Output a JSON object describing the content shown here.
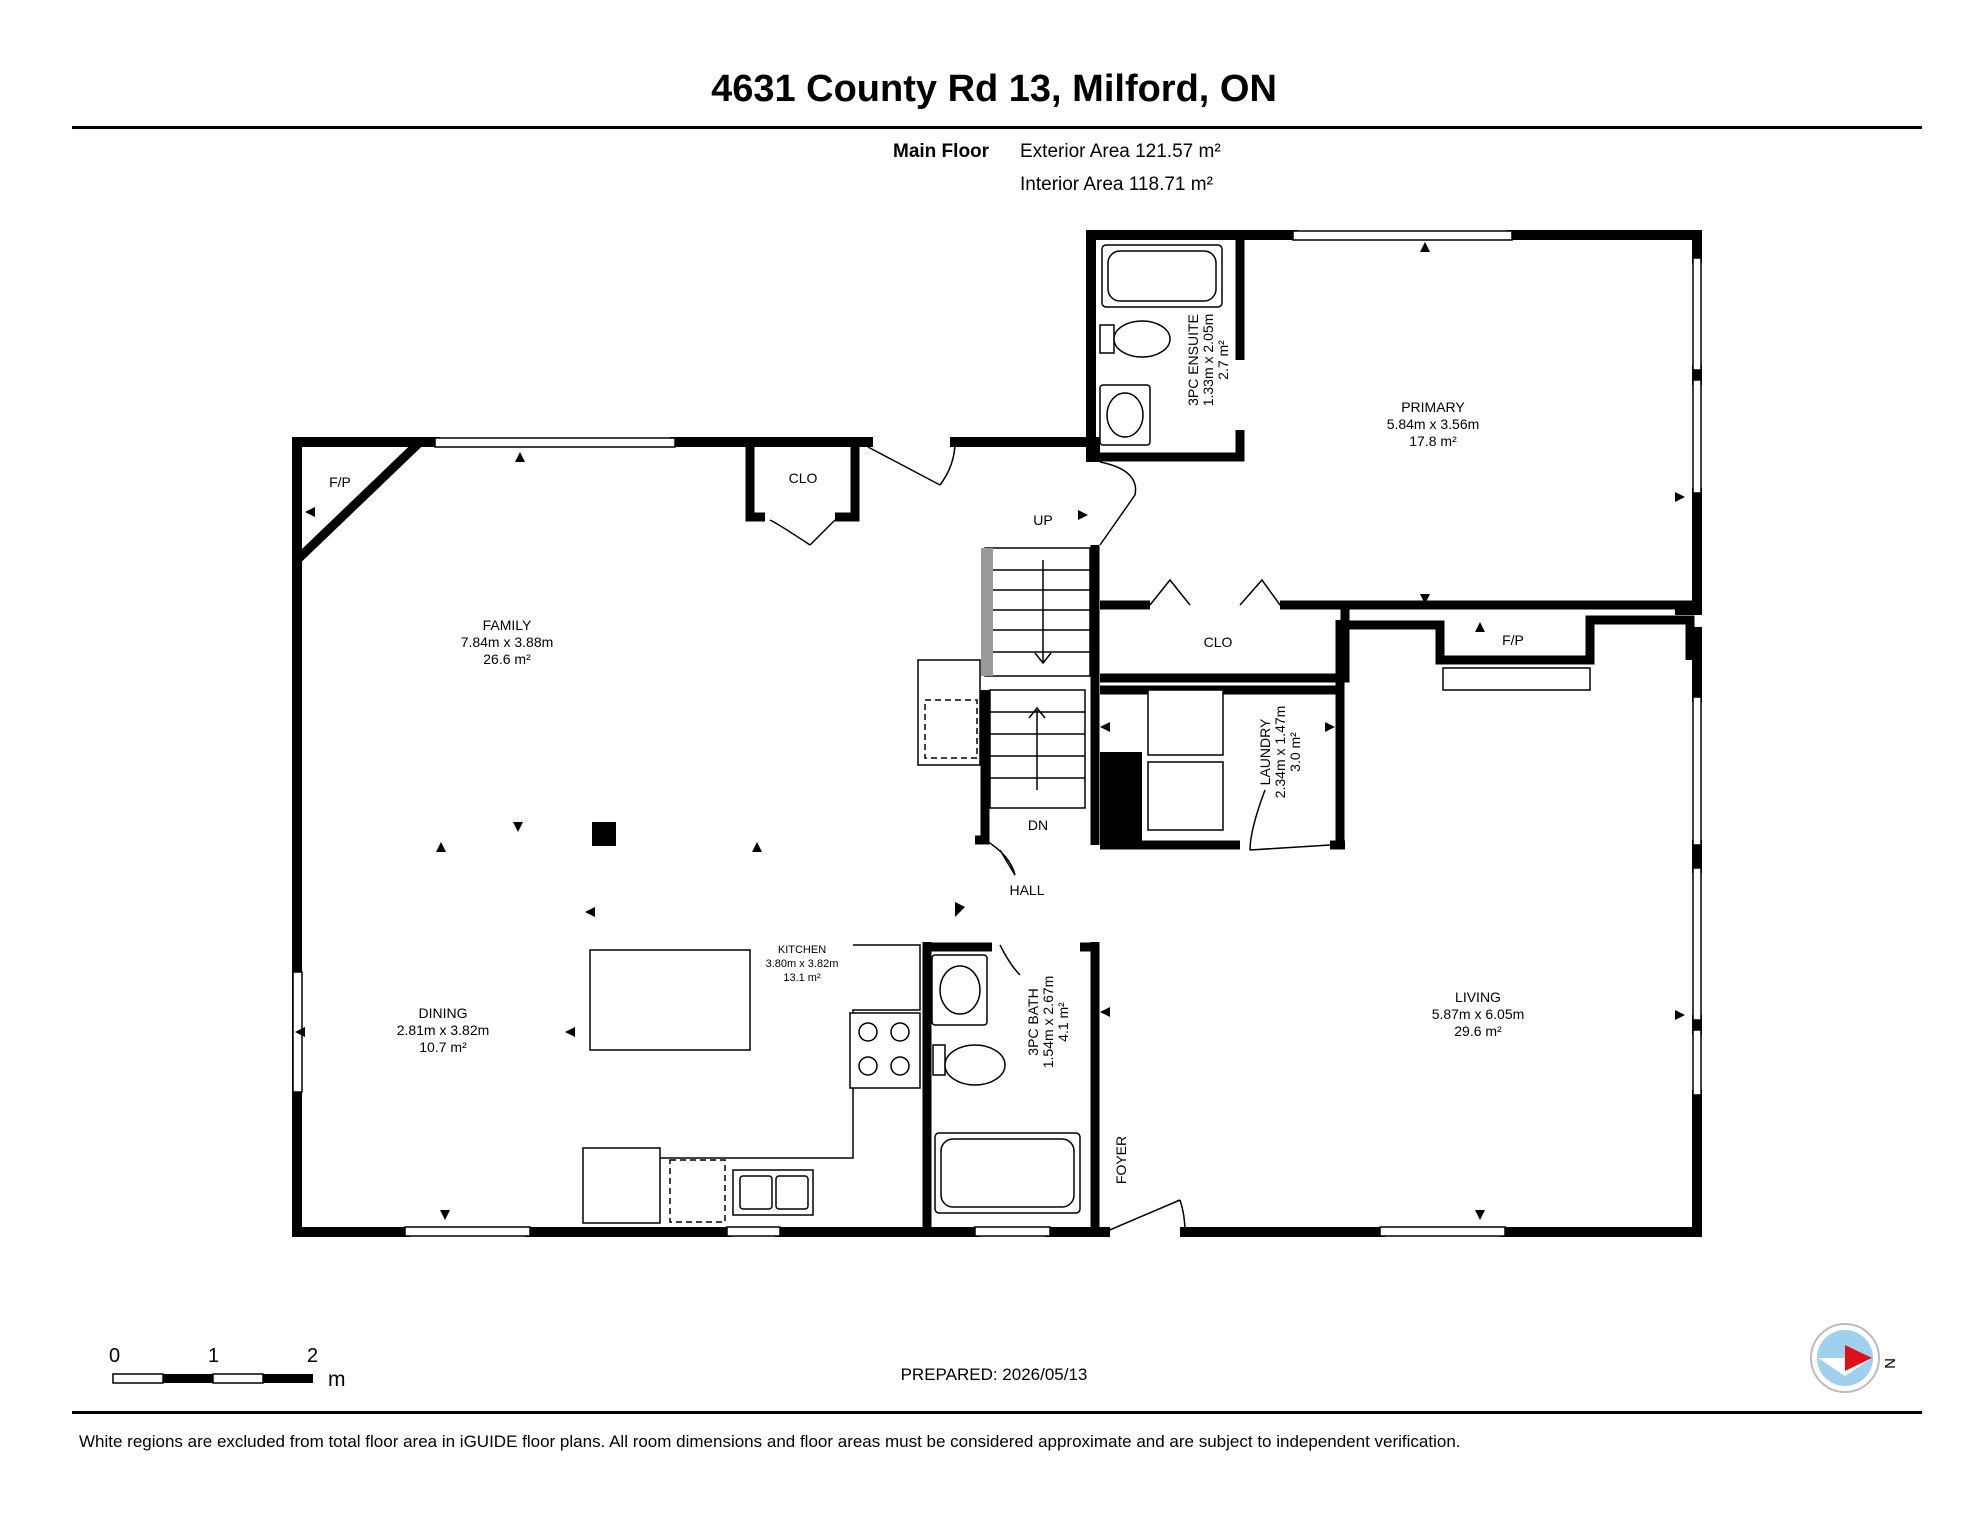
{
  "header": {
    "title": "4631 County Rd 13, Milford, ON"
  },
  "floor": {
    "name": "Main Floor",
    "exterior_area": "Exterior Area 121.57 m²",
    "interior_area": "Interior Area 118.71 m²"
  },
  "rooms": {
    "family": {
      "name": "FAMILY",
      "dims": "7.84m x 3.88m",
      "area": "26.6 m²"
    },
    "dining": {
      "name": "DINING",
      "dims": "2.81m x 3.82m",
      "area": "10.7 m²"
    },
    "kitchen": {
      "name": "KITCHEN",
      "dims": "3.80m x 3.82m",
      "area": "13.1 m²"
    },
    "primary": {
      "name": "PRIMARY",
      "dims": "5.84m x 3.56m",
      "area": "17.8 m²"
    },
    "living": {
      "name": "LIVING",
      "dims": "5.87m x 6.05m",
      "area": "29.6 m²"
    },
    "ensuite": {
      "name": "3PC ENSUITE",
      "dims": "1.33m x 2.05m",
      "area": "2.7 m²"
    },
    "bath": {
      "name": "3PC BATH",
      "dims": "1.54m x 2.67m",
      "area": "4.1 m²"
    },
    "laundry": {
      "name": "LAUNDRY",
      "dims": "2.34m x 1.47m",
      "area": "3.0 m²"
    }
  },
  "labels": {
    "fp_family": "F/P",
    "fp_living": "F/P",
    "clo_family": "CLO",
    "clo_hall": "CLO",
    "up": "UP",
    "dn": "DN",
    "hall": "HALL",
    "foyer": "FOYER"
  },
  "scale_bar": {
    "ticks": [
      "0",
      "1",
      "2"
    ],
    "unit": "m"
  },
  "compass": {
    "north_label": "N"
  },
  "footer": {
    "prepared": "PREPARED: 2026/05/13",
    "disclaimer": "White regions are excluded from total floor area in iGUIDE floor plans. All room dimensions and floor areas must be considered approximate and are subject to independent verification."
  }
}
